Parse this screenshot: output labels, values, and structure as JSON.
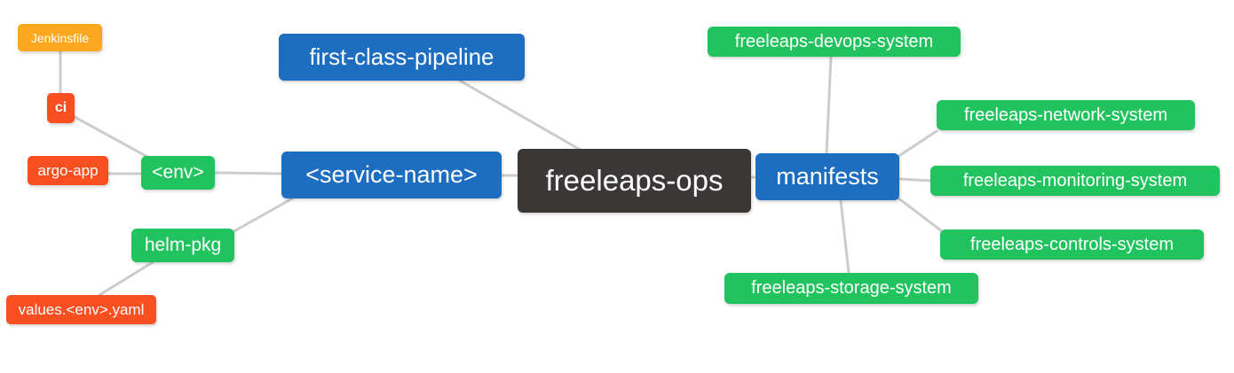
{
  "diagram": {
    "type": "mindmap",
    "background": "#ffffff",
    "edge_color": "#cccccc",
    "palette": {
      "root": "#3b3737",
      "branch_blue": "#1d6dc1",
      "leaf_green": "#21c35f",
      "leaf_red": "#fa4f21",
      "leaf_orange": "#fba81f",
      "text": "#ffffff"
    },
    "nodes": [
      {
        "id": "freeleaps-ops",
        "label": "freeleaps-ops",
        "color": "#3b3737"
      },
      {
        "id": "first-class-pipeline",
        "label": "first-class-pipeline",
        "color": "#1d6dc1"
      },
      {
        "id": "service-name",
        "label": "<service-name>",
        "color": "#1d6dc1"
      },
      {
        "id": "manifests",
        "label": "manifests",
        "color": "#1d6dc1"
      },
      {
        "id": "env",
        "label": "<env>",
        "color": "#21c35f"
      },
      {
        "id": "helm-pkg",
        "label": "helm-pkg",
        "color": "#21c35f"
      },
      {
        "id": "ci",
        "label": "ci",
        "color": "#fa4f21"
      },
      {
        "id": "argo-app",
        "label": "argo-app",
        "color": "#fa4f21"
      },
      {
        "id": "jenkinsfile",
        "label": "Jenkinsfile",
        "color": "#fba81f"
      },
      {
        "id": "values-env-yaml",
        "label": "values.<env>.yaml",
        "color": "#fa4f21"
      },
      {
        "id": "freeleaps-devops-system",
        "label": "freeleaps-devops-system",
        "color": "#21c35f"
      },
      {
        "id": "freeleaps-network-system",
        "label": "freeleaps-network-system",
        "color": "#21c35f"
      },
      {
        "id": "freeleaps-monitoring-system",
        "label": "freeleaps-monitoring-system",
        "color": "#21c35f"
      },
      {
        "id": "freeleaps-controls-system",
        "label": "freeleaps-controls-system",
        "color": "#21c35f"
      },
      {
        "id": "freeleaps-storage-system",
        "label": "freeleaps-storage-system",
        "color": "#21c35f"
      }
    ],
    "edges": [
      [
        "jenkinsfile",
        "ci"
      ],
      [
        "ci",
        "env"
      ],
      [
        "argo-app",
        "env"
      ],
      [
        "env",
        "service-name"
      ],
      [
        "helm-pkg",
        "service-name"
      ],
      [
        "values-env-yaml",
        "helm-pkg"
      ],
      [
        "first-class-pipeline",
        "freeleaps-ops"
      ],
      [
        "service-name",
        "freeleaps-ops"
      ],
      [
        "freeleaps-ops",
        "manifests"
      ],
      [
        "manifests",
        "freeleaps-devops-system"
      ],
      [
        "manifests",
        "freeleaps-network-system"
      ],
      [
        "manifests",
        "freeleaps-monitoring-system"
      ],
      [
        "manifests",
        "freeleaps-controls-system"
      ],
      [
        "manifests",
        "freeleaps-storage-system"
      ]
    ]
  }
}
